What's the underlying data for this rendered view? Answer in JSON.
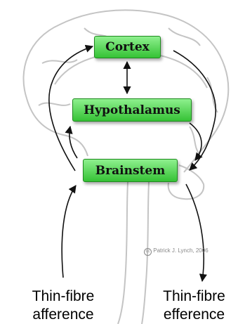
{
  "nodes": {
    "cortex": "Cortex",
    "hypothalamus": "Hypothalamus",
    "brainstem": "Brainstem"
  },
  "labels": {
    "afference_line1": "Thin-fibre",
    "afference_line2": "afference",
    "efference_line1": "Thin-fibre",
    "efference_line2": "efference"
  },
  "credit": {
    "symbol": "cc",
    "text": "Patrick J. Lynch, 2006"
  },
  "colors": {
    "box_fill": "#5ad65a",
    "box_border": "#1f8a1f",
    "brain_outline": "#bdbdbd",
    "arrow": "#111111"
  }
}
